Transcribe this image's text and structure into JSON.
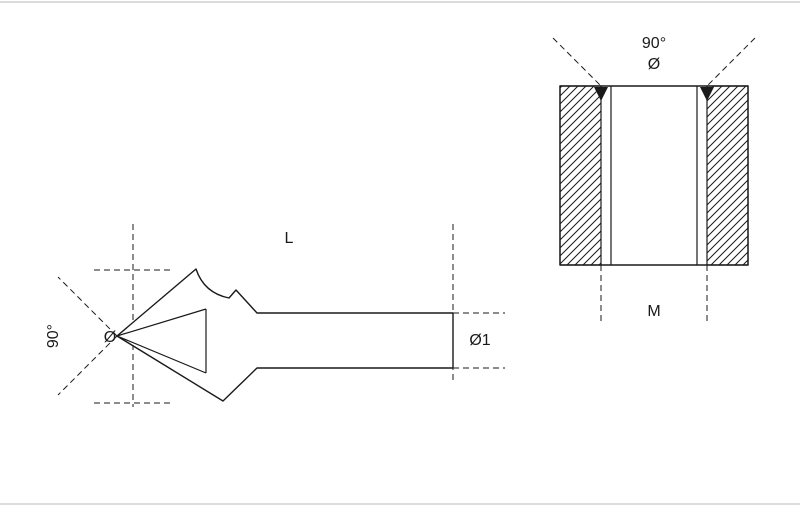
{
  "canvas": {
    "background": "#ffffff",
    "line_color": "#1a1a1a"
  },
  "tool_side_view": {
    "description_labels": {
      "point_angle": "90°",
      "head_diameter": "Ø",
      "overall_length": "L",
      "shank_diameter": "Ø1"
    }
  },
  "hole_section_view": {
    "description_labels": {
      "countersink_angle": "90°",
      "countersink_diameter": "Ø",
      "thread_size": "M"
    }
  }
}
